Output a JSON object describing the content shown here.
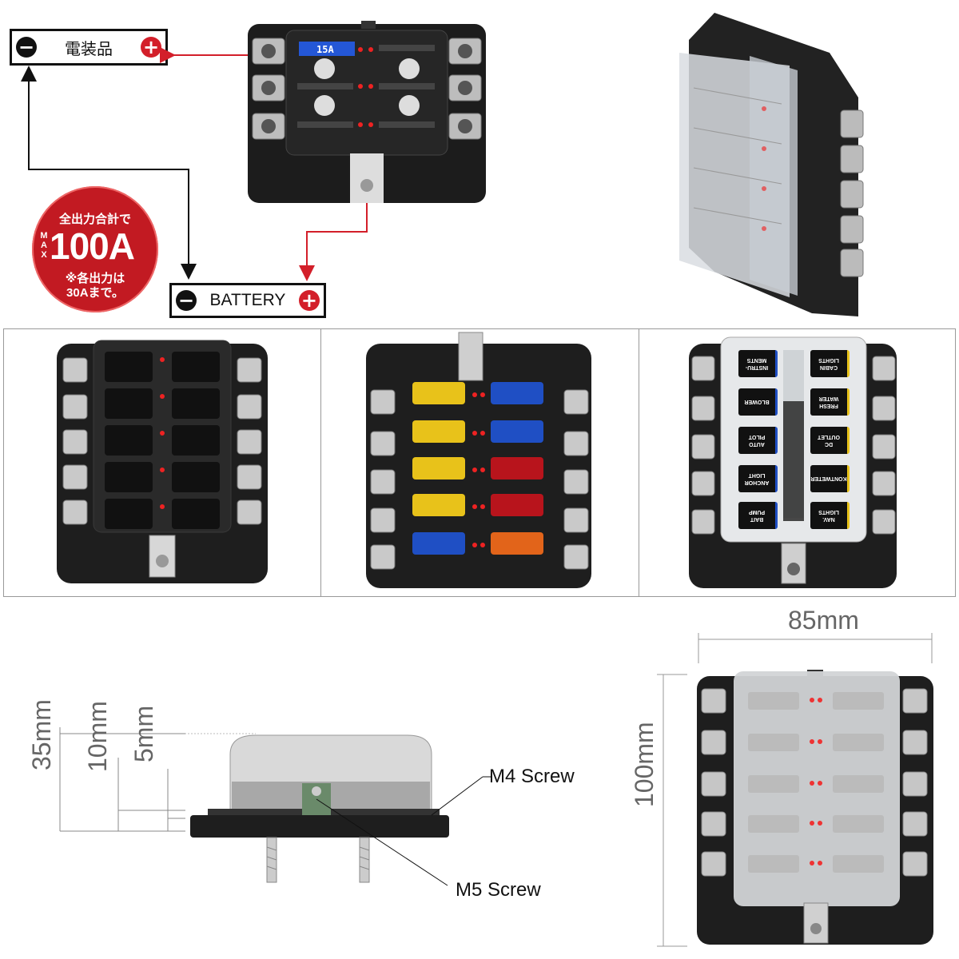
{
  "labels": {
    "top_load": "電装品",
    "battery": "BATTERY",
    "minus": "−",
    "plus": "+"
  },
  "top_box": {
    "fuse_rating": "15A"
  },
  "badge": {
    "line1": "全出力合計で",
    "max": "MAX",
    "value": "100A",
    "note1": "※各出力は",
    "note2": "30Aまで。"
  },
  "panel3_labels": [
    {
      "left": "INSTRU-\nMENTS",
      "right": "CABIN\nLIGHTS"
    },
    {
      "left": "BLOWER",
      "right": "FRESH\nWATER"
    },
    {
      "left": "AUTO\nPILOT",
      "right": "DC\nOUTLET"
    },
    {
      "left": "ANCHOR\nLIGHT",
      "right": "KONTWETER"
    },
    {
      "left": "BAIT\nPUMP",
      "right": "NAV.\nLIGHTS"
    }
  ],
  "dimensions": {
    "width": "85mm",
    "height": "100mm",
    "d35": "35mm",
    "d10": "10mm",
    "d5": "5mm",
    "m4": "M4 Screw",
    "m5": "M5 Screw"
  },
  "colors": {
    "accent_red": "#d31f2a",
    "fuse_yellow": "#e8c21a",
    "fuse_blue": "#1f4fc4",
    "fuse_red": "#b8141c",
    "fuse_orange": "#e2641a",
    "dark": "#1e1e1e"
  },
  "fuse_colors_panel2": {
    "left": [
      "yellow",
      "yellow",
      "yellow",
      "yellow",
      "blue"
    ],
    "right": [
      "blue",
      "blue",
      "red",
      "red",
      "orange"
    ]
  }
}
